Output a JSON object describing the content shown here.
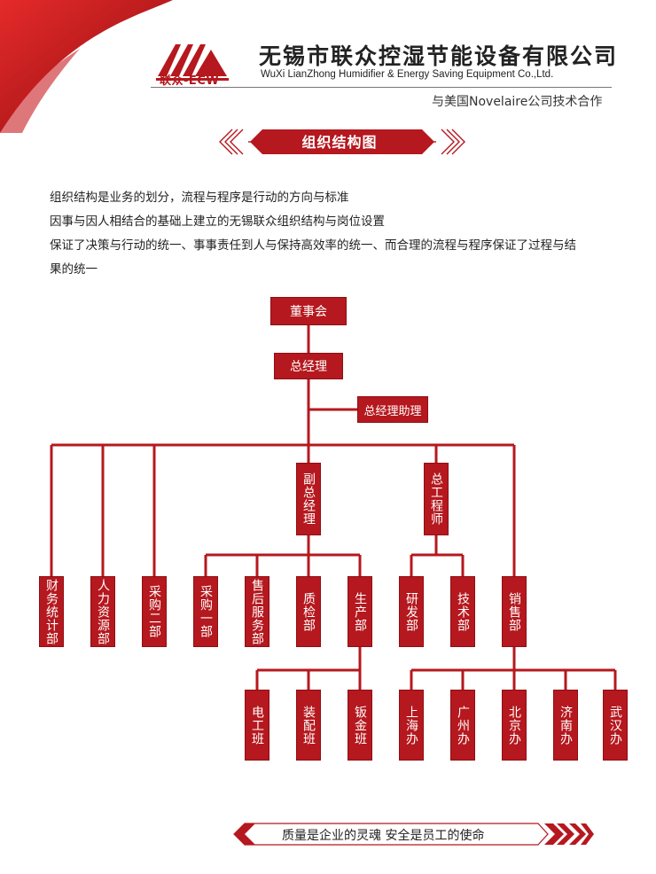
{
  "header": {
    "logo_text": "联众-ECW",
    "company_cn": "无锡市联众控湿节能设备有限公司",
    "company_en": "WuXi LianZhong Humidifier & Energy Saving Equipment Co.,Ltd.",
    "partner": "与美国Novelaire公司技术合作"
  },
  "banner": {
    "title": "组织结构图"
  },
  "intro": [
    "组织结构是业务的划分，流程与程序是行动的方向与标准",
    "因事与因人相结合的基础上建立的无锡联众组织结构与岗位设置",
    "保证了决策与行动的统一、事事责任到人与保持高效率的统一、而合理的流程与程序保证了过程与结",
    "果的统一"
  ],
  "org": {
    "board": "董事会",
    "gm": "总经理",
    "gm_assistant": "总经理助理",
    "vp": "副总经理",
    "chief_engineer": "总工程师",
    "finance": "财务统计部",
    "hr": "人力资源部",
    "purchase2": "采购二部",
    "purchase1": "采购一部",
    "after_sales": "售后服务部",
    "qc": "质检部",
    "production": "生产部",
    "rd": "研发部",
    "tech": "技术部",
    "sales": "销售部",
    "electric_team": "电工班",
    "assembly_team": "装配班",
    "sheet_metal_team": "钣金班",
    "shanghai": "上海办",
    "guangzhou": "广州办",
    "beijing": "北京办",
    "jinan": "济南办",
    "wuhan": "武汉办"
  },
  "footer": {
    "slogan": "质量是企业的灵魂  安全是员工的使命"
  },
  "colors": {
    "brand_red": "#b5181e",
    "line_red": "#b5181e"
  }
}
